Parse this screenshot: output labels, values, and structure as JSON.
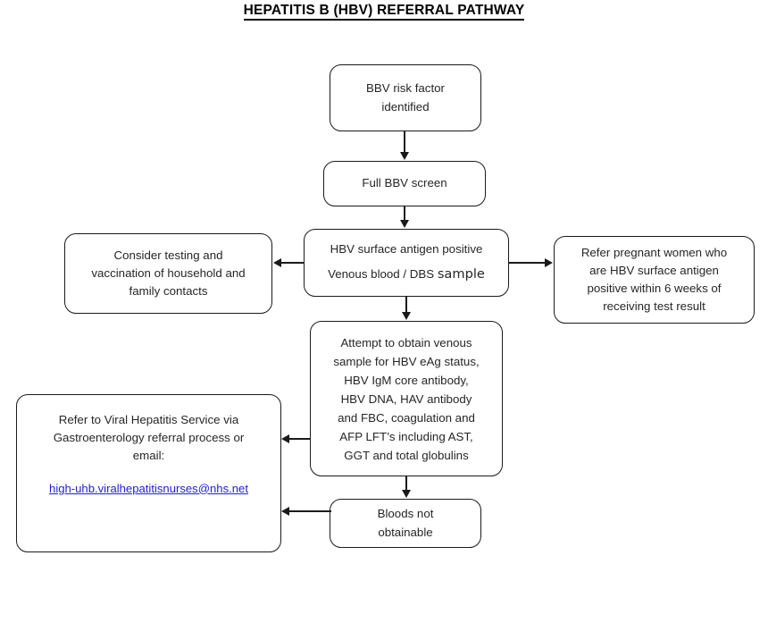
{
  "title": "HEPATITIS B (HBV) REFERRAL PATHWAY",
  "colors": {
    "stroke": "#1a1a1a",
    "text": "#262626",
    "link": "#2020d8",
    "background": "#ffffff"
  },
  "nodes": {
    "bbv_risk": {
      "lines": [
        "BBV risk factor",
        "identified"
      ]
    },
    "full_screen": {
      "lines": [
        "Full BBV screen"
      ]
    },
    "hbv_positive": {
      "line1": "HBV surface antigen positive",
      "line2_prefix": "Venous blood / DBS ",
      "line2_sample": "sample"
    },
    "contacts": {
      "lines": [
        "Consider testing and",
        "vaccination of household and",
        "family contacts"
      ]
    },
    "pregnant": {
      "lines": [
        "Refer pregnant women who",
        "are HBV surface antigen",
        "positive within 6 weeks of",
        "receiving test result"
      ]
    },
    "attempt": {
      "lines": [
        "Attempt to obtain venous",
        "sample for HBV eAg status,",
        "HBV IgM core antibody,",
        "HBV DNA, HAV antibody",
        "and FBC, coagulation and",
        "AFP LFT’s including AST,",
        "GGT and total globulins"
      ]
    },
    "referral": {
      "lines": [
        "Refer to Viral Hepatitis Service via",
        "Gastroenterology referral process or",
        "email:"
      ],
      "email": "high-uhb.viralhepatitisnurses@nhs.net"
    },
    "bloods": {
      "lines": [
        "Bloods not",
        "obtainable"
      ]
    }
  }
}
